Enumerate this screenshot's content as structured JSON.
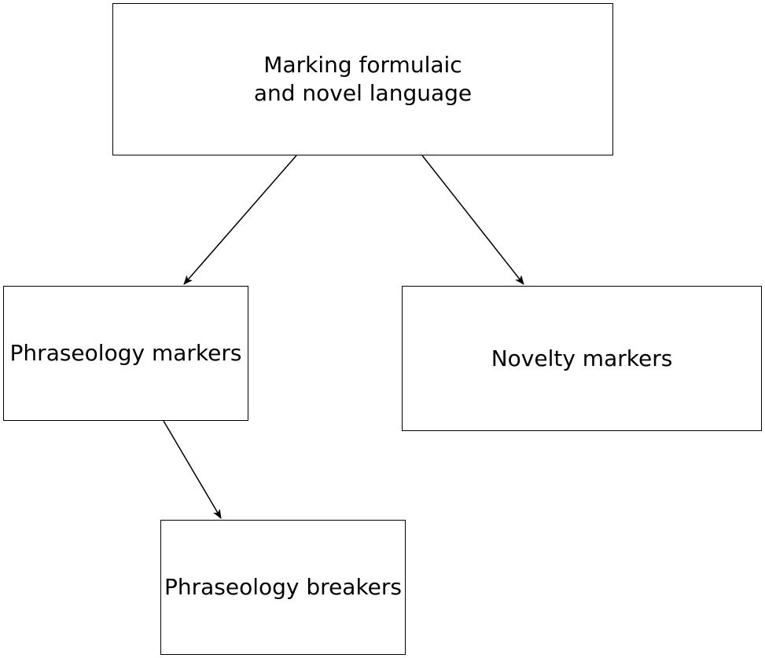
{
  "diagram": {
    "nodes": {
      "root": {
        "label": "Marking formulaic\nand novel language"
      },
      "phraseology_markers": {
        "label": "Phraseology markers"
      },
      "novelty_markers": {
        "label": "Novelty markers"
      },
      "phraseology_breakers": {
        "label": "Phraseology breakers"
      }
    },
    "edges": [
      {
        "from": "root",
        "to": "phraseology_markers"
      },
      {
        "from": "root",
        "to": "novelty_markers"
      },
      {
        "from": "phraseology_markers",
        "to": "phraseology_breakers"
      }
    ],
    "colors": {
      "stroke": "#000000",
      "fill": "#ffffff"
    }
  }
}
